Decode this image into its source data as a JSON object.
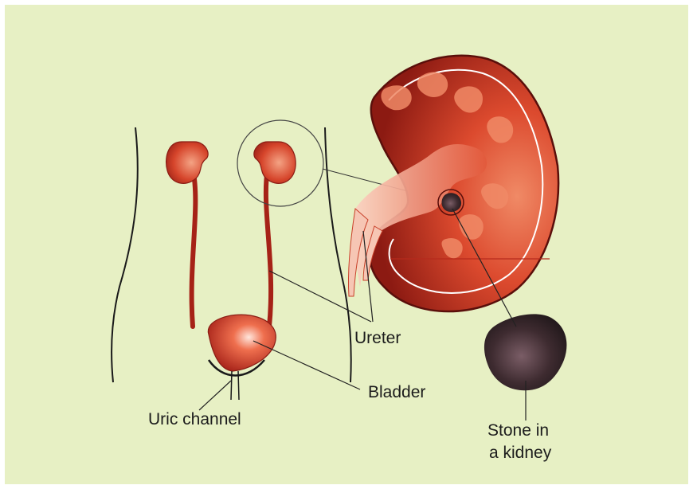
{
  "colors": {
    "background": "#e7f0c4",
    "organ_red": "#c8321f",
    "organ_dark": "#7e1510",
    "stone": "#3a2a2e"
  },
  "labels": {
    "ureter": "Ureter",
    "bladder": "Bladder",
    "uric_channel": "Uric channel",
    "stone_line1": "Stone in",
    "stone_line2": "a kidney"
  }
}
